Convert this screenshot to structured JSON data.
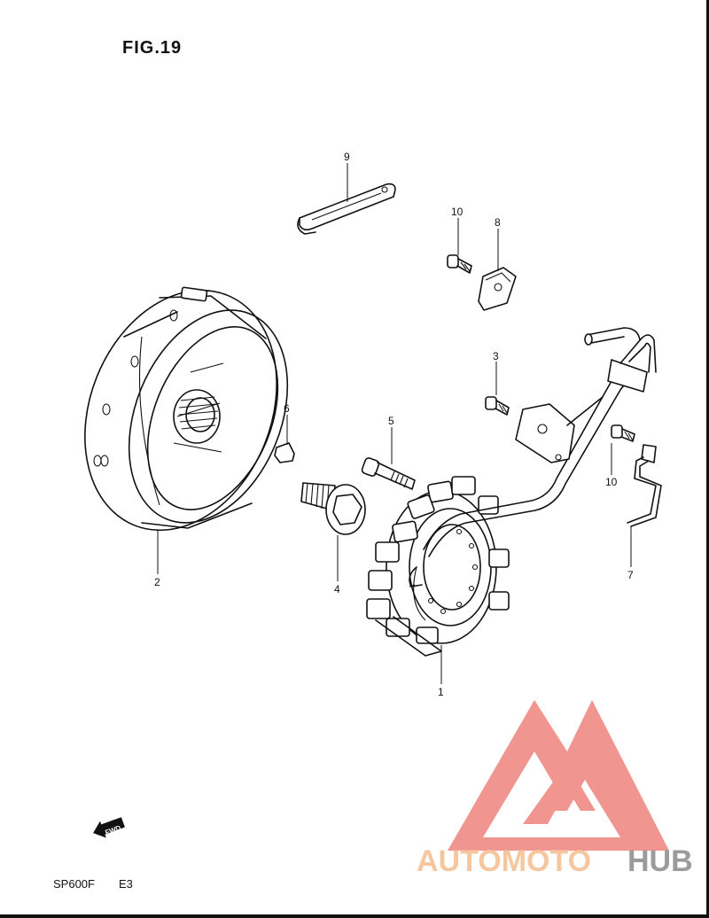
{
  "figure": {
    "title": "FIG.19",
    "model": "SP600F",
    "region": "E3"
  },
  "fwd_label": "FWD",
  "callouts": {
    "p1": "1",
    "p2": "2",
    "p3": "3",
    "p4": "4",
    "p5": "5",
    "p6": "6",
    "p7": "7",
    "p8": "8",
    "p9": "9",
    "p10a": "10",
    "p10b": "10"
  },
  "logo": {
    "word1": "AUTOMOTO",
    "word2": "HUB"
  },
  "colors": {
    "ink": "#111111",
    "logo_red": "#f08a84",
    "logo_orange": "#f6c79e",
    "logo_gray": "#9b9b9b"
  }
}
